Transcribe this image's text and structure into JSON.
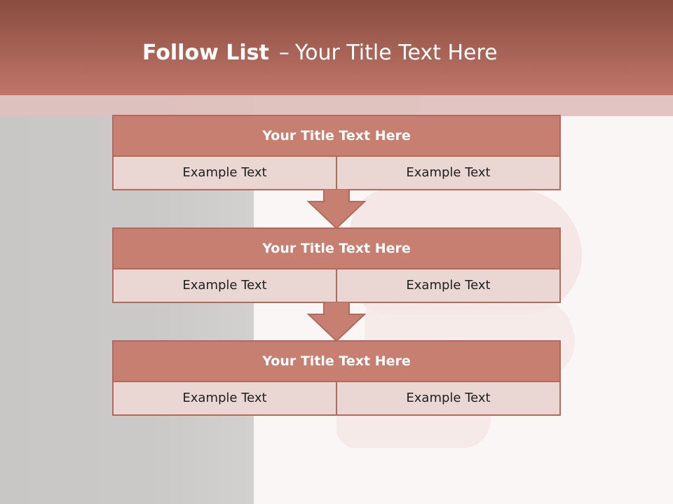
{
  "header": {
    "title_bold": "Follow List",
    "title_sep": "–",
    "title_rest": "Your Title Text Here"
  },
  "steps": [
    {
      "title": "Your Title Text Here",
      "left": "Example Text",
      "right": "Example Text"
    },
    {
      "title": "Your Title Text Here",
      "left": "Example Text",
      "right": "Example Text"
    },
    {
      "title": "Your Title Text Here",
      "left": "Example Text",
      "right": "Example Text"
    }
  ],
  "colors": {
    "header_dark": "#874d3f",
    "header_light": "#c0766a",
    "box_header": "#c67f71",
    "box_cell": "#ead7d4",
    "border": "#b16a5c"
  }
}
